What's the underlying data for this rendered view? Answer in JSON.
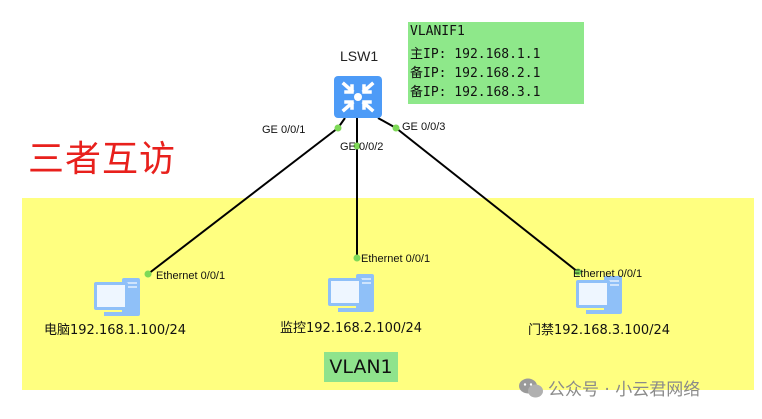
{
  "title": "三者互访",
  "vlan_area": {
    "label": "VLAN1",
    "color": "#ffff80"
  },
  "switch": {
    "name": "LSW1",
    "color": "#4d9bf7",
    "vlanif": {
      "lines": [
        "VLANIF1",
        "主IP: 192.168.1.1",
        "备IP: 192.168.2.1",
        "备IP: 192.168.3.1"
      ]
    },
    "ports": [
      "GE 0/0/1",
      "GE 0/0/2",
      "GE 0/0/3"
    ]
  },
  "hosts": [
    {
      "name": "电脑",
      "ip": "192.168.1.100/24",
      "label": "电脑192.168.1.100/24",
      "port": "Ethernet 0/0/1",
      "switch_port": "GE 0/0/1"
    },
    {
      "name": "监控",
      "ip": "192.168.2.100/24",
      "label": "监控192.168.2.100/24",
      "port": "Ethernet 0/0/1",
      "switch_port": "GE 0/0/2"
    },
    {
      "name": "门禁",
      "ip": "192.168.3.100/24",
      "label": "门禁192.168.3.100/24",
      "port": "Ethernet 0/0/1",
      "switch_port": "GE 0/0/3"
    }
  ],
  "watermark": "公众号 · 小云君网络",
  "colors": {
    "title": "#e8201c",
    "link": "#000000",
    "port_dot": "#7ed957",
    "vlanif_box": "#8ee88a"
  }
}
